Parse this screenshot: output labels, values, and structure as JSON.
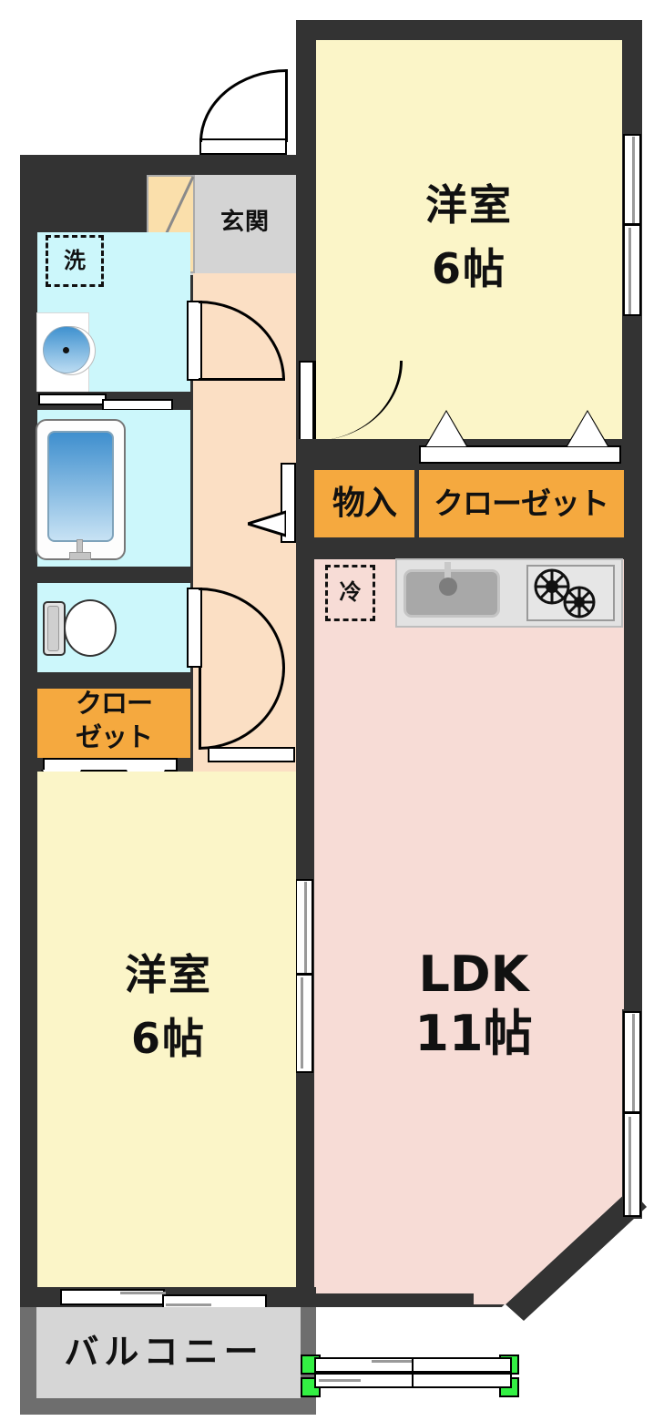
{
  "plan": {
    "title": "apartment-floor-plan",
    "rooms": [
      {
        "id": "bedroom_north",
        "label_line1": "洋室",
        "label_line2": "6帖",
        "type": "western-room",
        "size": "6帖"
      },
      {
        "id": "bedroom_south",
        "label_line1": "洋室",
        "label_line2": "6帖",
        "type": "western-room",
        "size": "6帖"
      },
      {
        "id": "ldk",
        "label_line1": "LDK",
        "label_line2": "11帖",
        "type": "living-dining-kitchen",
        "size": "11帖"
      }
    ],
    "entrance": {
      "label": "玄関"
    },
    "washer": {
      "label": "洗"
    },
    "fridge": {
      "label": "冷"
    },
    "storage_north": {
      "label": "物入"
    },
    "closet_north": {
      "label": "クローゼット"
    },
    "closet_south_line1": "クロー",
    "closet_south_line2": "ゼット",
    "balcony": {
      "label": "バルコニー"
    },
    "colors": {
      "wall": "#333333",
      "room_yellow": "#fbf5c8",
      "ldk_pink": "#f7dcd6",
      "water_cyan": "#ccf7fb",
      "corridor": "#fbdfc4",
      "entrance_gray": "#d4d4d4",
      "closet_orange": "#f5a93f",
      "shoe_box": "#fadfab",
      "balcony_gray": "#d6d6d6",
      "sash_green": "#33f043"
    },
    "fixtures": [
      {
        "name": "washing-machine-space",
        "label": "洗"
      },
      {
        "name": "wash-basin"
      },
      {
        "name": "bathtub"
      },
      {
        "name": "toilet"
      },
      {
        "name": "refrigerator-space",
        "label": "冷"
      },
      {
        "name": "kitchen-sink"
      },
      {
        "name": "gas-stove-two-burner"
      },
      {
        "name": "shoe-cabinet"
      }
    ]
  }
}
